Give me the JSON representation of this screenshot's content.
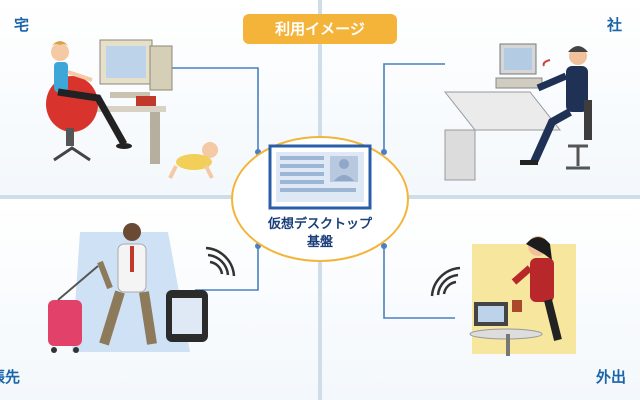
{
  "title": "利用イメージ",
  "corners": {
    "home": "宅",
    "office": "社",
    "trip": "張先",
    "outside": "外出"
  },
  "center": {
    "line1": "仮想デスクトップ",
    "line2": "基盤"
  },
  "colors": {
    "accent": "#f4b43a",
    "label": "#1a64a8",
    "connector": "#4a7fc1",
    "ellipse": "#f4b43a"
  }
}
